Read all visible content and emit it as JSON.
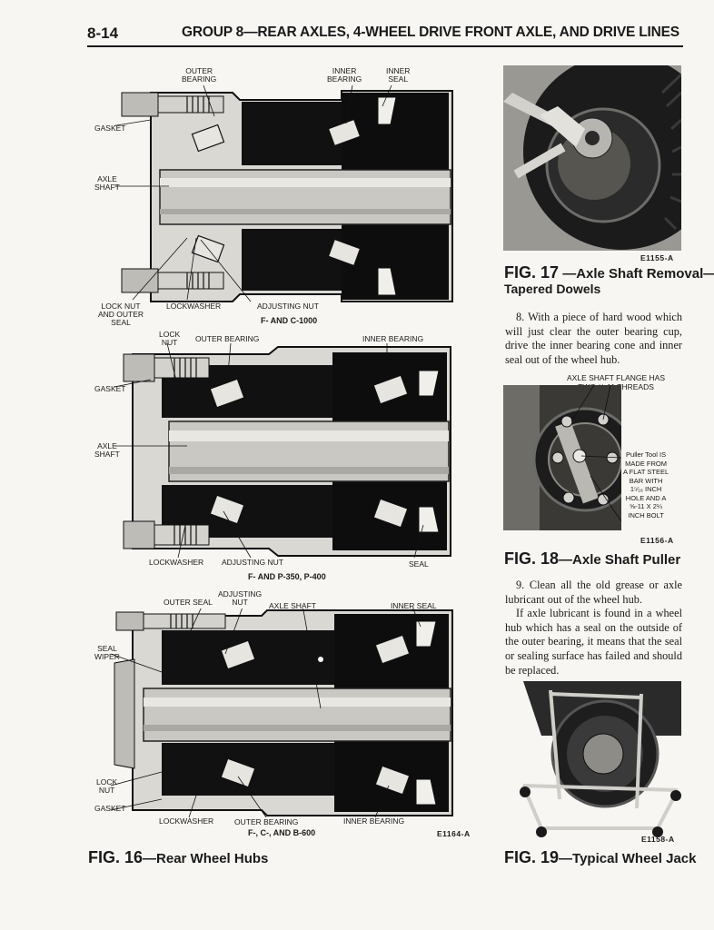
{
  "header": {
    "page_number": "8-14",
    "title": "GROUP 8—REAR AXLES, 4-WHEEL DRIVE FRONT AXLE, AND DRIVE LINES"
  },
  "fig16": {
    "d1": {
      "outer_bearing": "OUTER\nBEARING",
      "inner_bearing": "INNER\nBEARING",
      "inner_seal": "INNER\nSEAL",
      "gasket": "GASKET",
      "axle_shaft": "AXLE\nSHAFT",
      "lock_nut": "LOCK NUT\nAND OUTER\nSEAL",
      "lockwasher": "LOCKWASHER",
      "adjusting_nut": "ADJUSTING NUT",
      "subcaption": "F- AND C-1000"
    },
    "d2": {
      "lock_nut": "LOCK\nNUT",
      "outer_bearing": "OUTER BEARING",
      "inner_bearing": "INNER BEARING",
      "gasket": "GASKET",
      "axle_shaft": "AXLE\nSHAFT",
      "lockwasher": "LOCKWASHER",
      "adjusting_nut": "ADJUSTING NUT",
      "seal": "SEAL",
      "subcaption": "F- AND P-350, P-400"
    },
    "d3": {
      "adjusting_nut": "ADJUSTING\nNUT",
      "outer_seal": "OUTER SEAL",
      "axle_shaft": "AXLE SHAFT",
      "inner_seal": "INNER SEAL",
      "seal_wiper": "SEAL\nWIPER",
      "lock_nut": "LOCK\nNUT",
      "gasket": "GASKET",
      "lockwasher": "LOCKWASHER",
      "outer_bearing": "OUTER BEARING",
      "inner_bearing": "INNER BEARING",
      "subcaption": "F-, C-, AND B-600"
    },
    "code": "E1164-A",
    "caption_num": "FIG. 16",
    "caption_text": "—Rear Wheel Hubs"
  },
  "fig17": {
    "code": "E1155-A",
    "caption_num": "FIG. 17",
    "caption_text": " —Axle Shaft Removal—",
    "caption_line2": "Tapered Dowels"
  },
  "para8": "8. With a piece of hard wood which will just clear the outer bearing cup, drive the inner bearing cone and inner seal out of the wheel hub.",
  "fig18": {
    "label_top": "AXLE SHAFT FLANGE HAS\nTWO ⅝-11 THREADS",
    "puller_note": "Puller Tool IS\nMADE FROM\nA FLAT STEEL\nBAR WITH\n1⁵⁄₁₆ INCH\nHOLE AND A\n⅝-11 X 2¼\nINCH BOLT",
    "code": "E1156-A",
    "caption_num": "FIG. 18",
    "caption_text": "—Axle Shaft Puller"
  },
  "para9": "9. Clean all the old grease or axle lubricant out of the wheel hub.",
  "para9b": "If axle lubricant is found in a wheel hub which has a seal on the outside of the outer bearing, it means that the seal or sealing surface has failed and should be replaced.",
  "fig19": {
    "code": "E1158-A",
    "caption_num": "FIG. 19",
    "caption_text": "—Typical Wheel Jack"
  }
}
